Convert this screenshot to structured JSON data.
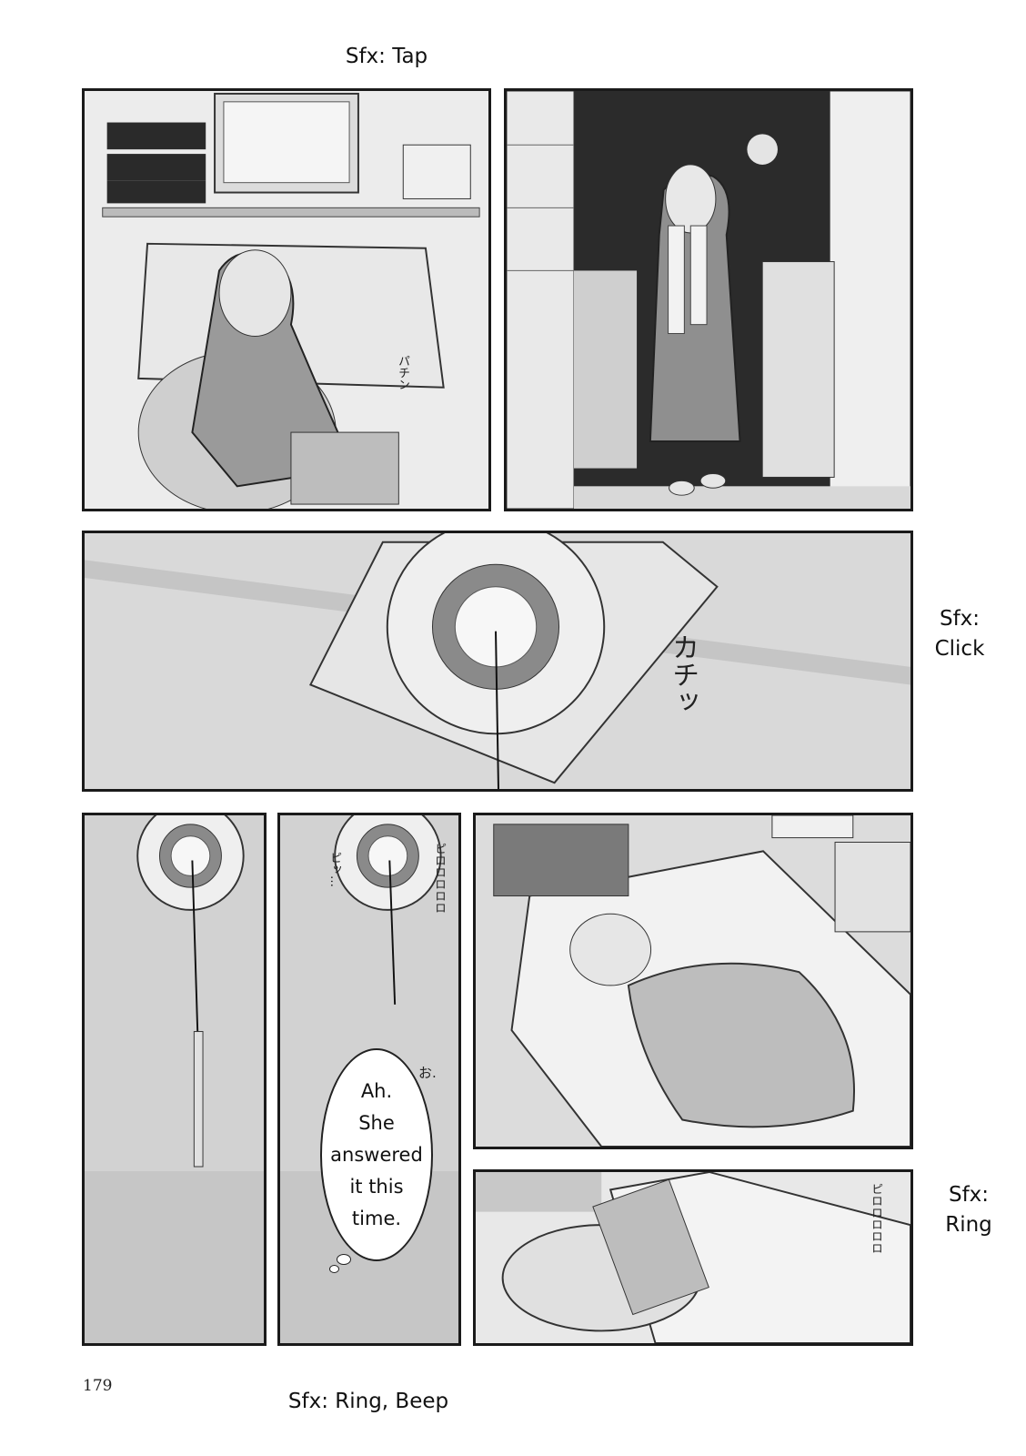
{
  "captions": {
    "tap": "Sfx: Tap",
    "click": "Sfx:\nClick",
    "ring": "Sfx:\nRing",
    "ring_beep": "Sfx: Ring, Beep"
  },
  "speech": {
    "bubble_text": "Ah.\nShe\nanswered\nit this\ntime."
  },
  "page_number": "179",
  "colors": {
    "ink": "#1a1a1a",
    "screentone": "#cfcfcf",
    "paper": "#ffffff"
  }
}
